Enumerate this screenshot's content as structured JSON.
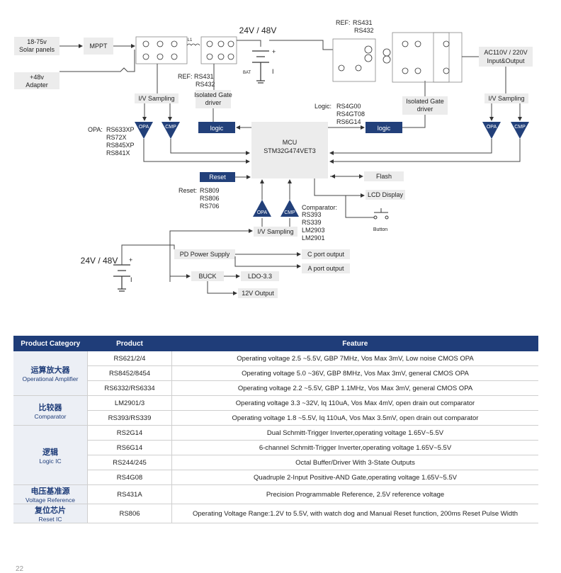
{
  "diagram": {
    "solar": "18-75v Solar panels",
    "solar_line1": "18-75v",
    "solar_line2": "Solar panels",
    "mppt": "MPPT",
    "adapter_line1": "+48v",
    "adapter_line2": "Adapter",
    "voltage_top": "24V / 48V",
    "l1": "L1",
    "bat": "BAT",
    "ref_left": "REF:",
    "ref_left_parts": [
      "RS431",
      "RS432"
    ],
    "ref_right": "REF:",
    "ref_right_parts": [
      "RS431",
      "RS432"
    ],
    "iso_left_line1": "Isolated Gate",
    "iso_left_line2": "driver",
    "iso_right_line1": "Isolated Gate",
    "iso_right_line2": "driver",
    "iv_left": "I/V Sampling",
    "iv_right": "I/V Sampling",
    "iv_bottom": "I/V Sampling",
    "ac_line1": "AC110V / 220V",
    "ac_line2": "Input&Output",
    "logic_label": "Logic:",
    "logic_parts": [
      "RS4G00",
      "RS4GT08",
      "RS6G14"
    ],
    "logic_box": "logic",
    "opa_label": "OPA:",
    "opa_parts": [
      "RS633XP",
      "RS72X",
      "RS845XP",
      "RS841X"
    ],
    "opa": "OPA",
    "cmp": "CMP",
    "mcu_line1": "MCU",
    "mcu_line2": "STM32G474VET3",
    "reset_box": "Reset",
    "reset_label": "Reset:",
    "reset_parts": [
      "RS809",
      "RS806",
      "RS706"
    ],
    "flash": "Flash",
    "lcd": "LCD Display",
    "button": "Button",
    "comparator_label": "Comparator:",
    "comparator_parts": [
      "RS393",
      "RS339",
      "LM2903",
      "LM2901"
    ],
    "voltage_bottom": "24V / 48V",
    "pd": "PD Power Supply",
    "c_port": "C port output",
    "a_port": "A port output",
    "buck": "BUCK",
    "ldo": "LDO-3.3",
    "out12": "12V Output"
  },
  "table": {
    "headers": [
      "Product Category",
      "Product",
      "Feature"
    ],
    "groups": [
      {
        "cn": "运算放大器",
        "en": "Operational Amplifier",
        "rows": [
          {
            "product": "RS621/2/4",
            "feature": "Operating voltage 2.5 ~5.5V, GBP 7MHz, Vos Max 3mV, Low noise CMOS OPA"
          },
          {
            "product": "RS8452/8454",
            "feature": "Operating voltage 5.0 ~36V, GBP 8MHz, Vos Max 3mV, general CMOS OPA"
          },
          {
            "product": "RS6332/RS6334",
            "feature": "Operating voltage 2.2 ~5.5V, GBP 1.1MHz, Vos Max 3mV, general CMOS OPA"
          }
        ]
      },
      {
        "cn": "比较器",
        "en": "Comparator",
        "rows": [
          {
            "product": "LM2901/3",
            "feature": "Operating voltage 3.3 ~32V, Iq 110uA,  Vos Max 4mV, open drain out comparator"
          },
          {
            "product": "RS393/RS339",
            "feature": "Operating voltage 1.8 ~5.5V, Iq 110uA,  Vos Max 3.5mV, open drain out comparator"
          }
        ]
      },
      {
        "cn": "逻辑",
        "en": "Logic IC",
        "rows": [
          {
            "product": "RS2G14",
            "feature": "Dual Schmitt-Trigger Inverter,operating voltage 1.65V~5.5V"
          },
          {
            "product": "RS6G14",
            "feature": "6-channel Schmitt-Trigger Inverter,operating voltage 1.65V~5.5V"
          },
          {
            "product": "RS244/245",
            "feature": "Octal Buffer/Driver With 3-State Outputs"
          },
          {
            "product": "RS4G08",
            "feature": "Quadruple 2-Input Positive-AND Gate,operating voltage 1.65V~5.5V"
          }
        ]
      },
      {
        "cn": "电压基准源",
        "en": "Voltage Reference",
        "rows": [
          {
            "product": "RS431A",
            "feature": "Precision Programmable Reference, 2.5V reference voltage"
          }
        ]
      },
      {
        "cn": "复位芯片",
        "en": "Reset IC",
        "rows": [
          {
            "product": "RS806",
            "feature": "Operating Voltage Range:1.2V to 5.5V,  with watch dog and Manual Reset function,  200ms Reset Pulse Width"
          }
        ]
      }
    ]
  },
  "footer": {
    "page": "22"
  }
}
